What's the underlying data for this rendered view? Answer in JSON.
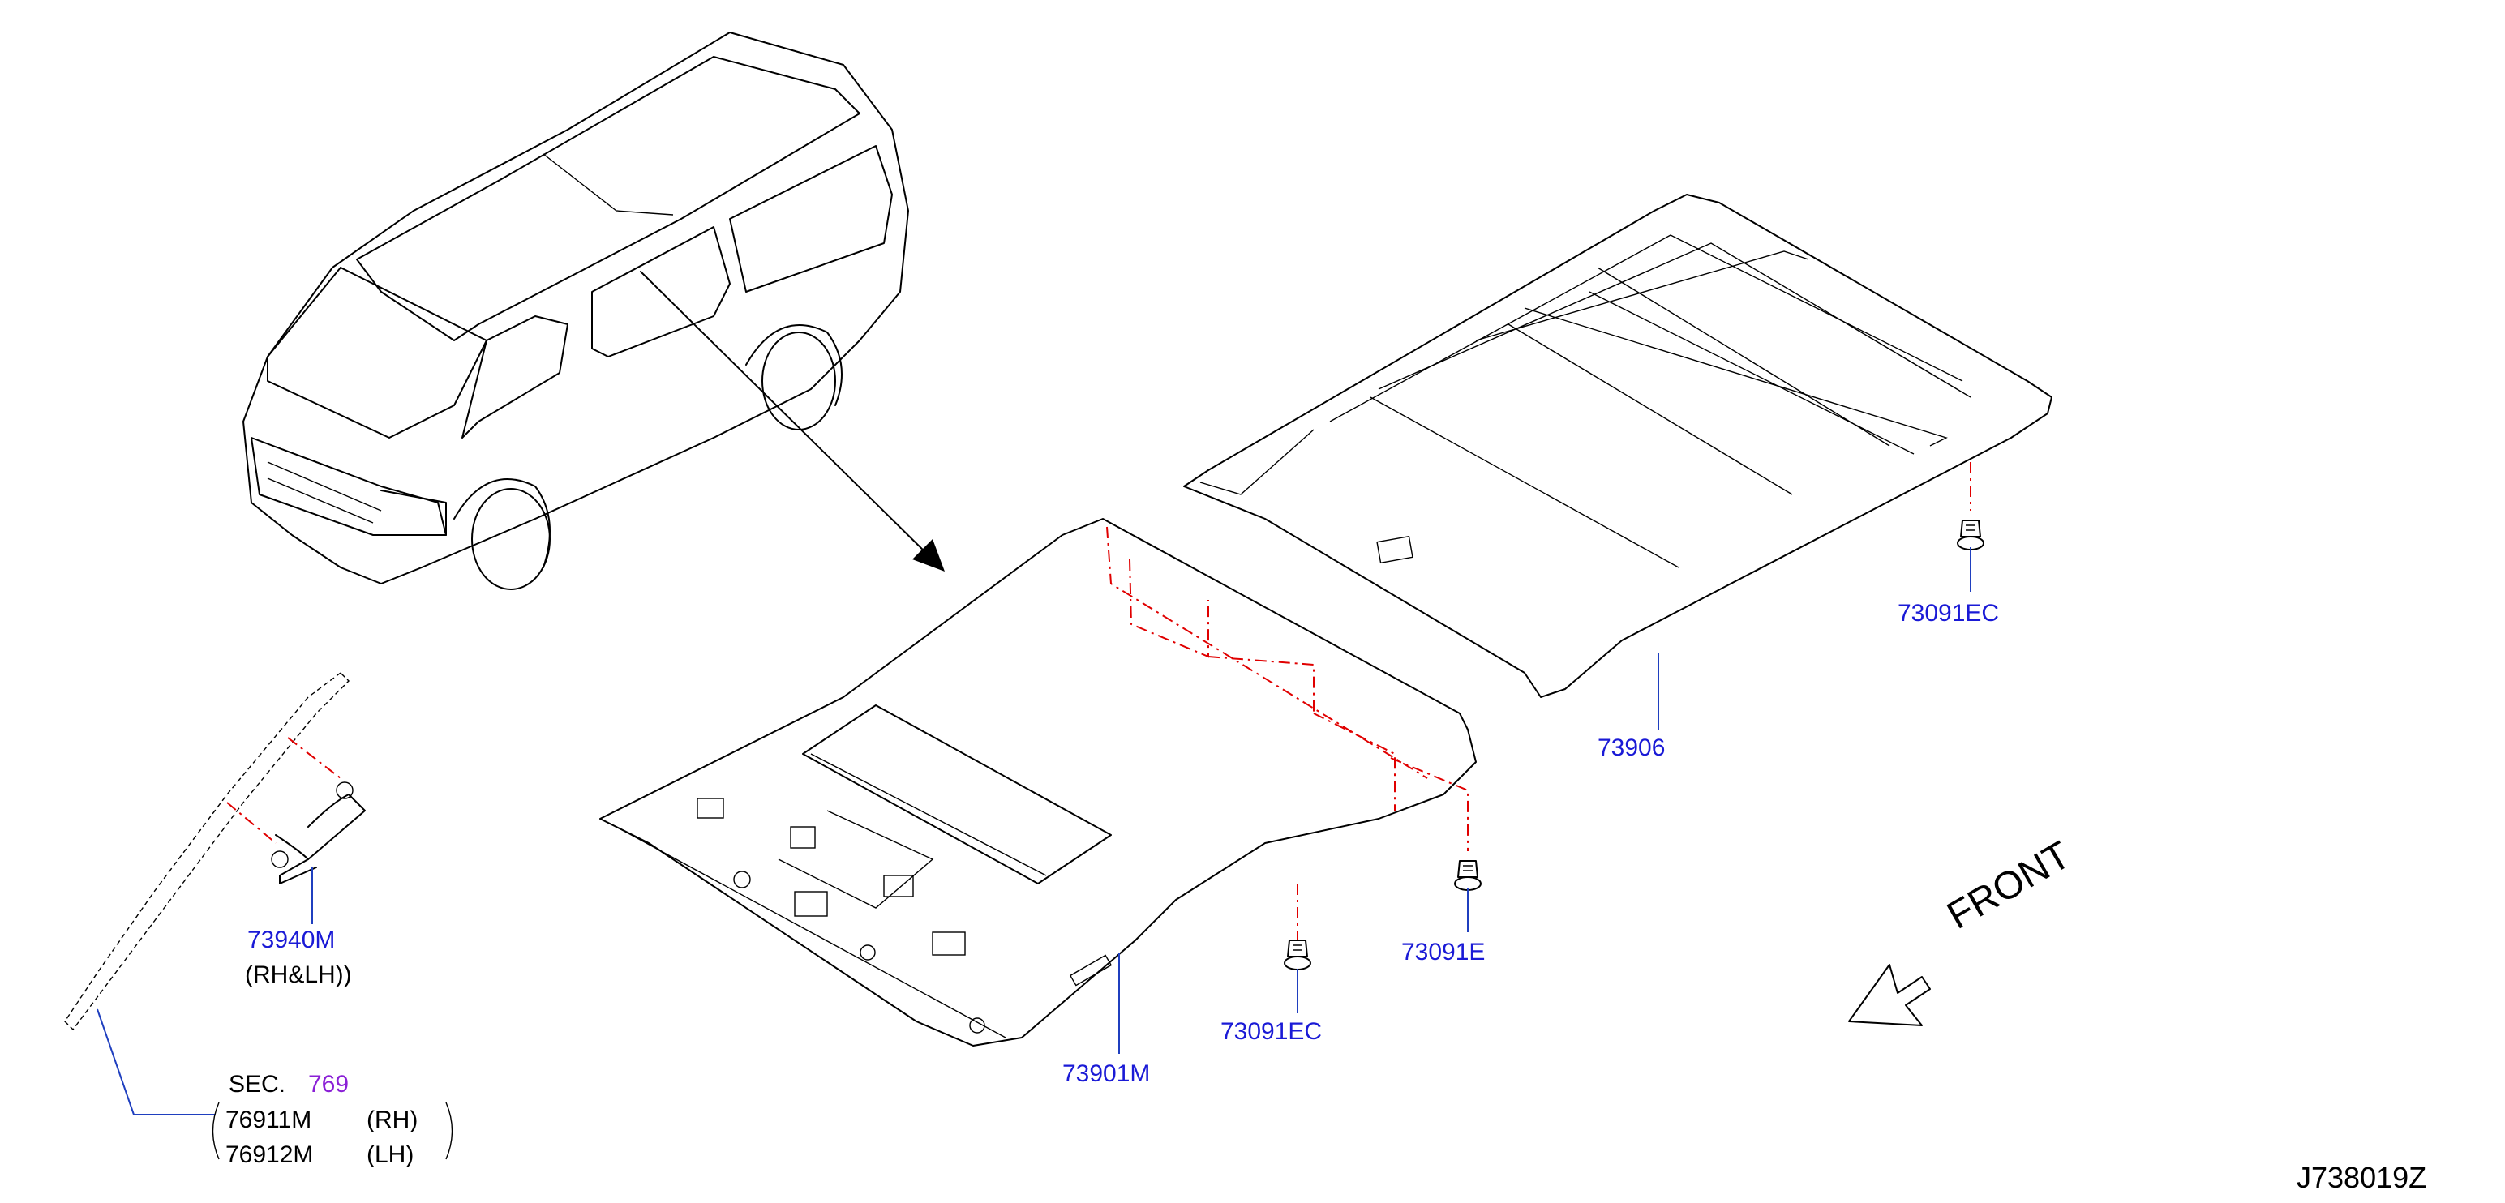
{
  "diagram_code": "J738019Z",
  "front_label": "FRONT",
  "parts": {
    "headlining": "73901M",
    "headlining_rear": "73906",
    "clip_front": "73091EC",
    "clip_mid": "73091E",
    "clip_rear": "73091EC",
    "assist_grip": "73940M",
    "assist_grip_note": "(RH&LH))"
  },
  "section_ref": {
    "prefix": "SEC.",
    "number": "769",
    "rows": [
      {
        "part": "76911M",
        "side": "(RH)"
      },
      {
        "part": "76912M",
        "side": "(LH)"
      }
    ]
  },
  "colors": {
    "part_number": "#1a1ad6",
    "section_number": "#8a1fd6",
    "leader": "#1f3fbf",
    "dash": "#e00000"
  }
}
